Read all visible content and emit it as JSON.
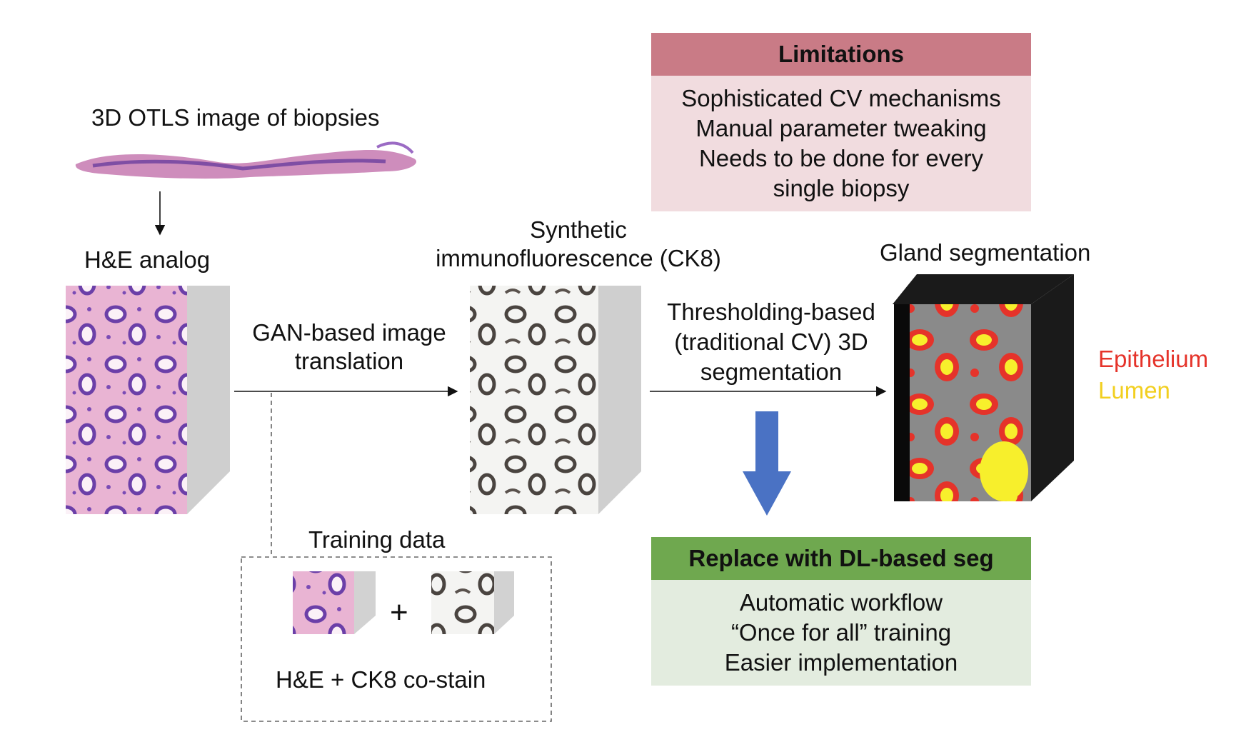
{
  "colors": {
    "limitations_header": "#c97b86",
    "limitations_body": "#f1dcdf",
    "replace_header": "#6fa84f",
    "replace_body": "#e3ecdf",
    "epithelium": "#e5332a",
    "lumen": "#f2cf1f",
    "down_arrow": "#4a72c4"
  },
  "source": {
    "title": "3D OTLS image of biopsies"
  },
  "he": {
    "title": "H&E analog"
  },
  "gan": {
    "line1": "GAN-based image",
    "line2": "translation"
  },
  "synthetic": {
    "line1": "Synthetic",
    "line2": "immunofluorescence (CK8)"
  },
  "threshold": {
    "line1": "Thresholding-based",
    "line2": "(traditional CV) 3D",
    "line3": "segmentation"
  },
  "gland": {
    "title": "Gland segmentation"
  },
  "legend": {
    "epithelium": "Epithelium",
    "lumen": "Lumen"
  },
  "limitations": {
    "header": "Limitations",
    "items": [
      "Sophisticated CV mechanisms",
      "Manual parameter tweaking",
      "Needs to be done for every",
      "single biopsy"
    ]
  },
  "replace": {
    "header": "Replace with DL-based seg",
    "items": [
      "Automatic workflow",
      "“Once for all” training",
      "Easier implementation"
    ]
  },
  "training": {
    "title": "Training data",
    "plus": "+",
    "caption": "H&E + CK8 co-stain"
  },
  "icons": {
    "biopsy": "biopsy-strip-image",
    "he_cube": "he-tissue-cube",
    "ck8_cube": "ck8-tissue-cube",
    "seg_cube": "segmentation-cube",
    "arrow": "arrow-right-icon",
    "down": "arrow-down-icon"
  }
}
